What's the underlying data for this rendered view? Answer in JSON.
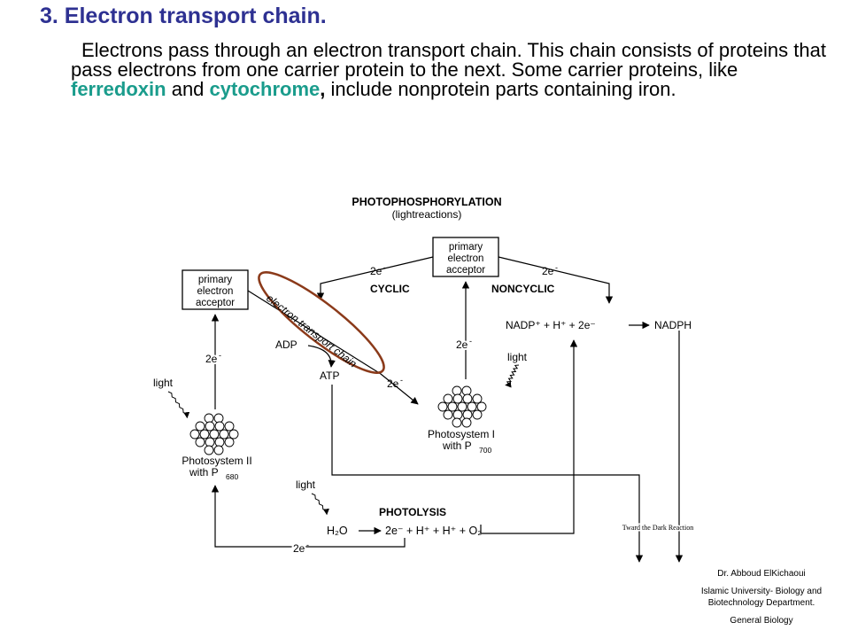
{
  "heading": "3. Electron transport chain.",
  "paragraph": {
    "part1": "Electrons pass through an electron transport chain. This chain consists of proteins that pass electrons from one carrier protein to the next. Some carrier proteins, like ",
    "term1": "ferredoxin",
    "part2": " and ",
    "term2": "cytochrome",
    "part3": ",",
    "part4": " include nonprotein parts containing iron."
  },
  "diagram": {
    "title": "PHOTOPHOSPHORYLATION",
    "subtitle": "(lightreactions)",
    "acceptor_top": [
      "primary",
      "electron",
      "acceptor"
    ],
    "acceptor_left": [
      "primary",
      "electron",
      "acceptor"
    ],
    "cyclic": "CYCLIC",
    "noncyclic": "NONCYCLIC",
    "two_e": "2e",
    "e_sup": "-",
    "etc_label": "electron transport chain",
    "adp": "ADP",
    "atp": "ATP",
    "nadp_eq": "NADP⁺ + H⁺ + 2e⁻",
    "nadph": "NADPH",
    "light": "light",
    "ps1_line1": "Photosystem I",
    "ps1_with": "with P",
    "ps1_sub": "700",
    "ps2_line1": "Photosystem II",
    "ps2_with": "with P",
    "ps2_sub": "680",
    "photolysis": "PHOTOLYSIS",
    "h2o": "H₂O",
    "photolysis_eq": "2e⁻ + H⁺ + H⁺ + O₂",
    "dark_reaction": "Tward the Dark Reaction"
  },
  "colors": {
    "heading": "#2e3192",
    "highlight": "#1a9c8c",
    "etc_ellipse": "#8b3a1a"
  },
  "credits": {
    "author": "Dr. Abboud ElKichaoui",
    "affiliation": "Islamic University- Biology and Biotechnology Department.",
    "course": "General Biology"
  }
}
